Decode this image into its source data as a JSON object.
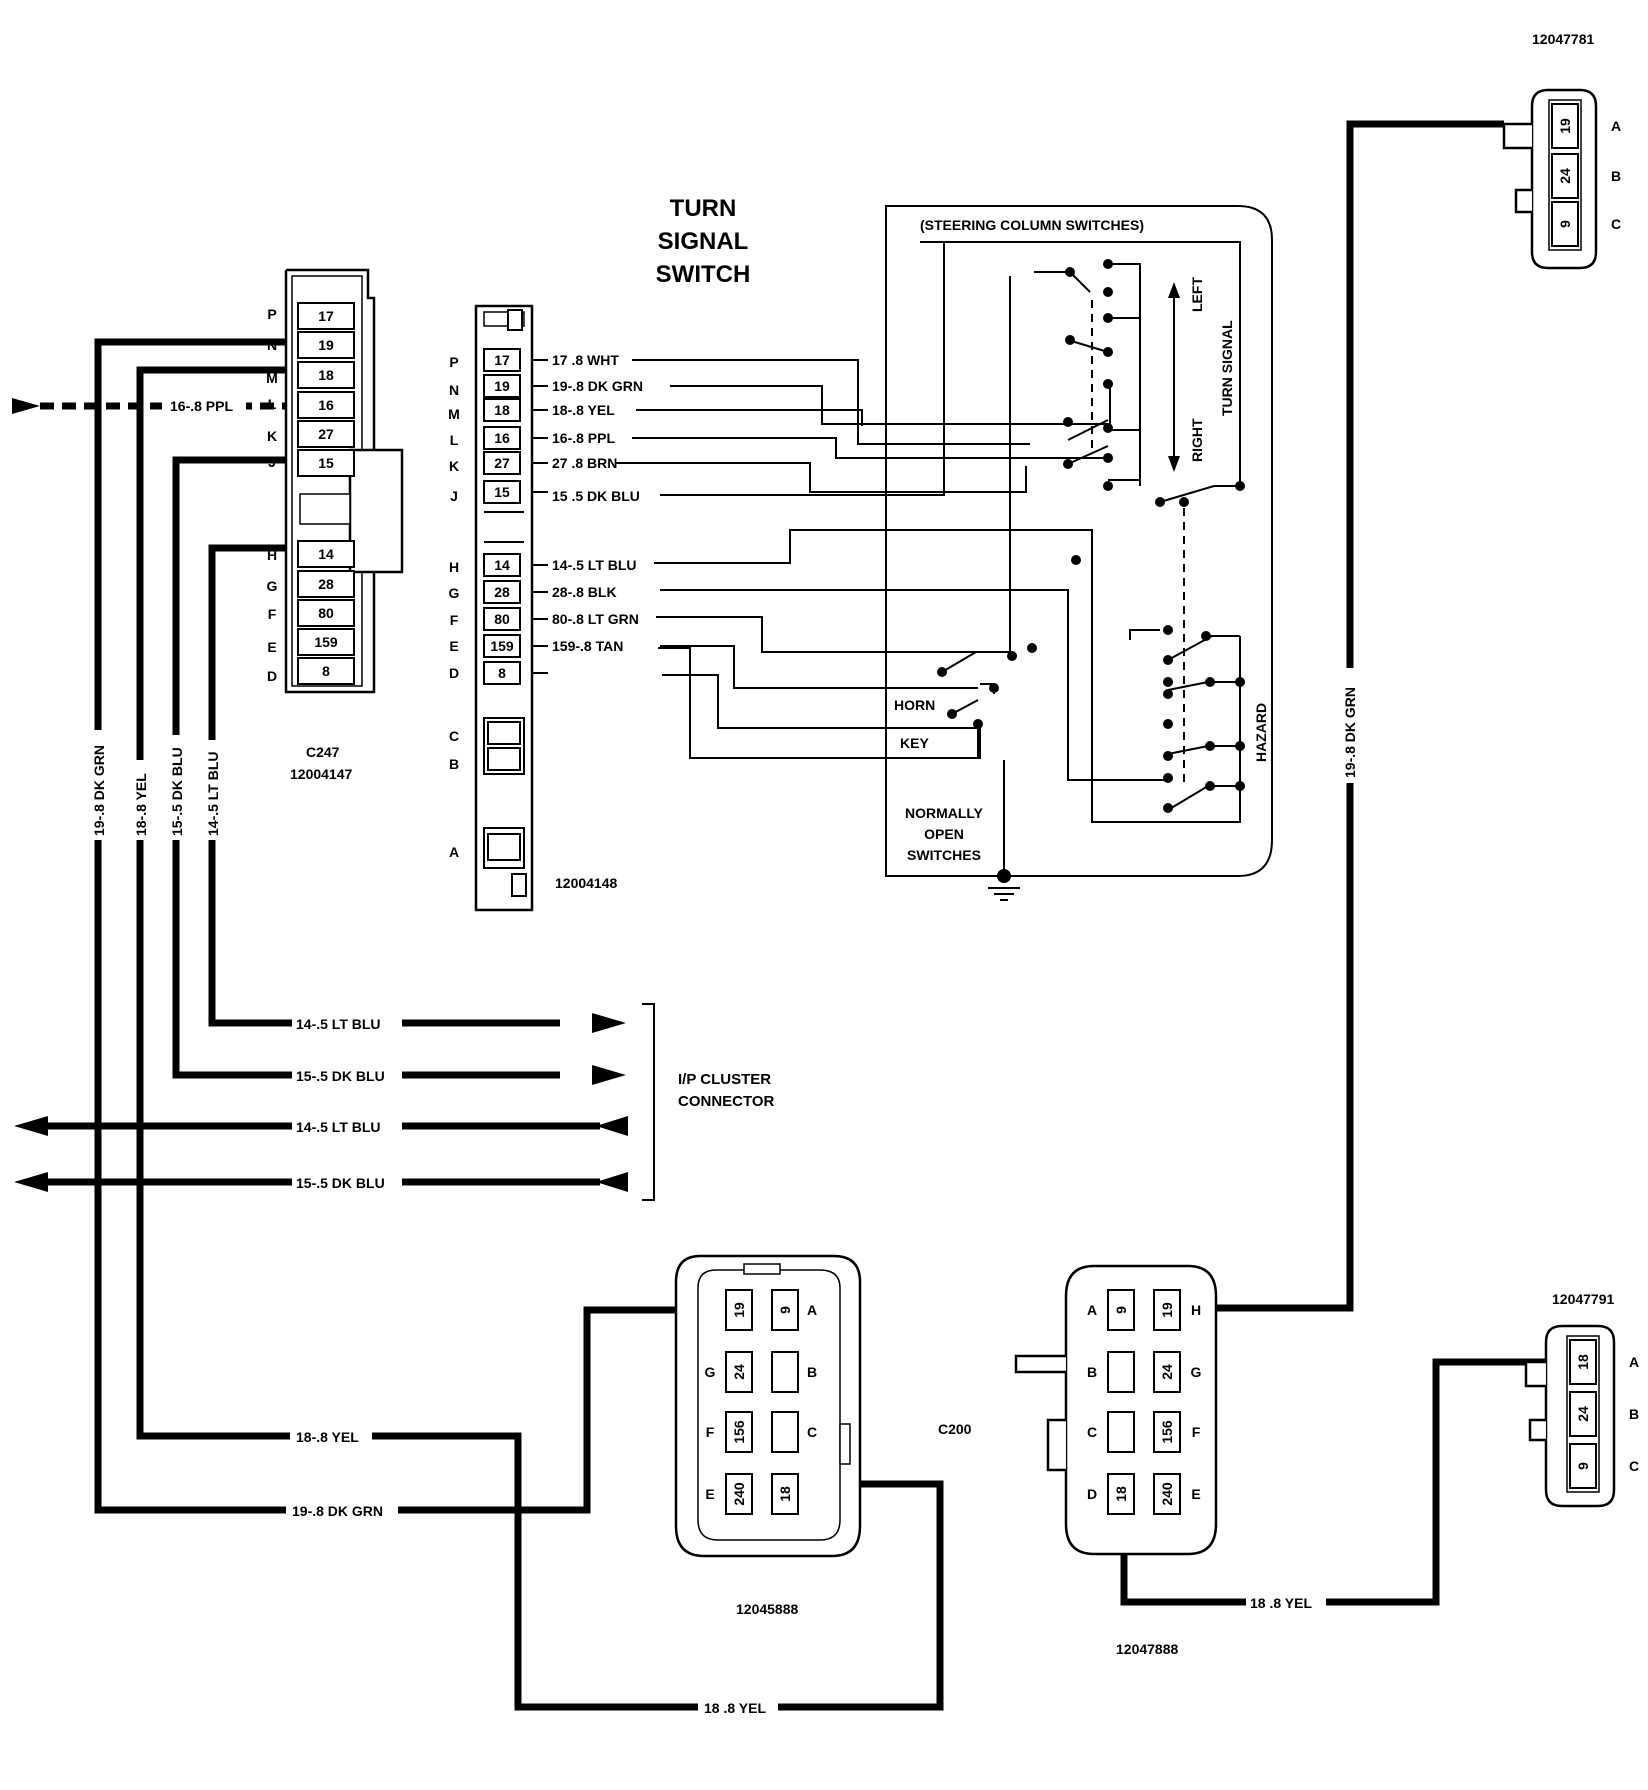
{
  "title": [
    "TURN",
    "SIGNAL",
    "SWITCH"
  ],
  "steering_label": "(STEERING COLUMN SWITCHES)",
  "switch_labels": {
    "left": "LEFT",
    "turn_signal": "TURN SIGNAL",
    "right": "RIGHT",
    "hazard": "HAZARD",
    "horn": "HORN",
    "key": "KEY",
    "normally_open": [
      "NORMALLY",
      "OPEN",
      "SWITCHES"
    ]
  },
  "c247": {
    "name": "C247",
    "part": "12004147",
    "letters": [
      "P",
      "N",
      "M",
      "L",
      "K",
      "J",
      "H",
      "G",
      "F",
      "E",
      "D"
    ],
    "cells": [
      "17",
      "19",
      "18",
      "16",
      "27",
      "15",
      "14",
      "28",
      "80",
      "159",
      "8"
    ]
  },
  "ts_connector": {
    "part": "12004148",
    "letters": [
      "P",
      "N",
      "M",
      "L",
      "K",
      "J",
      "H",
      "G",
      "F",
      "E",
      "D",
      "C",
      "B",
      "A"
    ],
    "cells": [
      "17",
      "19",
      "18",
      "16",
      "27",
      "15",
      "14",
      "28",
      "80",
      "159",
      "8"
    ],
    "wires": [
      "17 .8 WHT",
      "19-.8 DK GRN",
      "18-.8 YEL",
      "16-.8 PPL",
      "27 .8 BRN",
      "15 .5 DK BLU",
      "14-.5 LT BLU",
      "28-.8 BLK",
      "80-.8 LT GRN",
      "159-.8 TAN"
    ]
  },
  "left_wires": {
    "ppl": "16-.8 PPL",
    "vertical": [
      "19-.8 DK GRN",
      "18-.8 YEL",
      "15-.5 DK BLU",
      "14-.5 LT BLU"
    ]
  },
  "ip_cluster": {
    "label": [
      "I/P CLUSTER",
      "CONNECTOR"
    ],
    "wires": [
      "14-.5 LT BLU",
      "15-.5 DK BLU",
      "14-.5 LT BLU",
      "15-.5 DK BLU"
    ]
  },
  "bottom_wires": {
    "yel_left": "18-.8 YEL",
    "dkgrn_left": "19-.8 DK GRN",
    "yel_bottom": "18 .8 YEL",
    "yel_right": "18 .8 YEL",
    "dkgrn_right": "19-.8 DK GRN"
  },
  "c200": {
    "name": "C200",
    "part": "12045888",
    "left_letters": [
      "G",
      "F",
      "E"
    ],
    "right_letters": [
      "A",
      "B",
      "C"
    ],
    "cells_left": [
      "19",
      "24",
      "156",
      "240"
    ],
    "cells_right": [
      "9",
      "",
      "",
      "18"
    ]
  },
  "mating_connector": {
    "part": "12047888",
    "left_letters": [
      "A",
      "B",
      "C",
      "D"
    ],
    "right_letters": [
      "H",
      "G",
      "F",
      "E"
    ],
    "cells_left": [
      "9",
      "",
      "",
      "18"
    ],
    "cells_right": [
      "19",
      "24",
      "156",
      "240"
    ]
  },
  "conn_top": {
    "part": "12047781",
    "letters": [
      "A",
      "B",
      "C"
    ],
    "cells": [
      "19",
      "24",
      "9"
    ]
  },
  "conn_bottom": {
    "part": "12047791",
    "letters": [
      "A",
      "B",
      "C"
    ],
    "cells": [
      "18",
      "24",
      "9"
    ]
  }
}
